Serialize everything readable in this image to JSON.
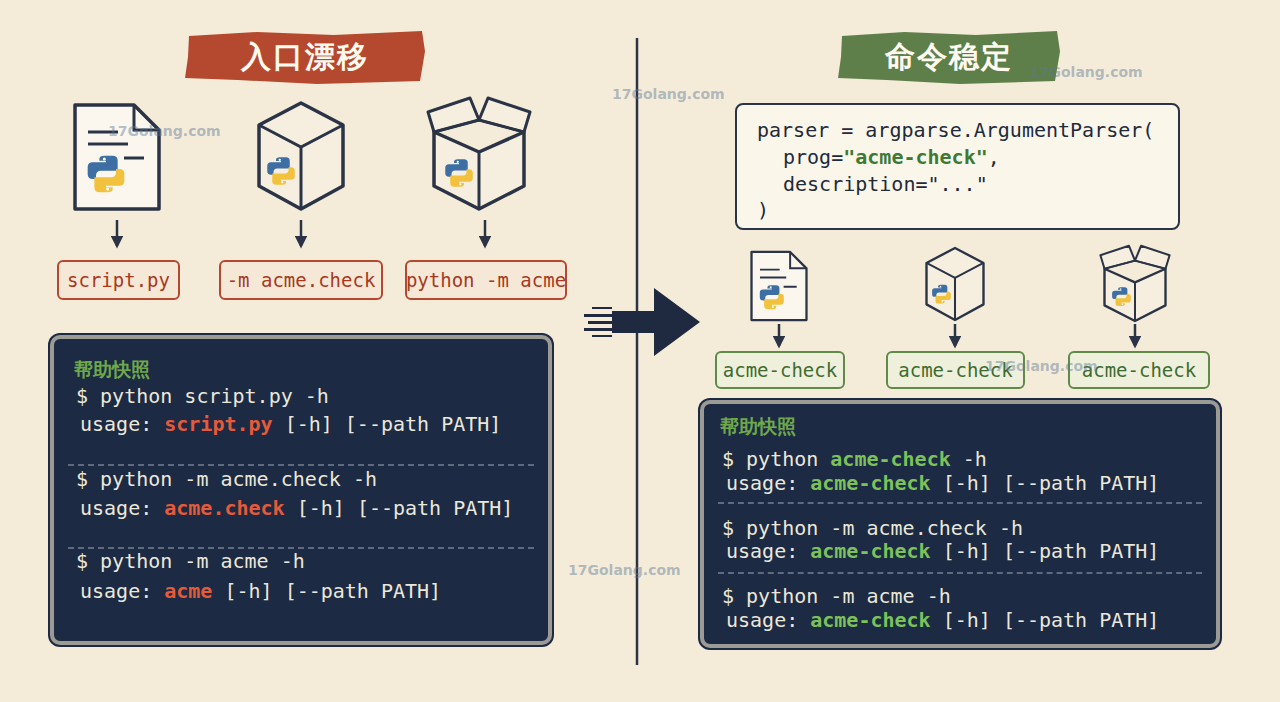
{
  "diagram": {
    "nodes": [
      {
        "text": [
          "入口漂移"
        ]
      },
      {
        "text": [
          "script.py"
        ]
      },
      {
        "text": [
          "-m acme.check"
        ]
      },
      {
        "text": [
          "python -m acme"
        ]
      },
      {
        "text": [
          "帮助快照",
          "$ python script.py -h",
          "usage:",
          "script.py",
          "[-h] [--path PATH]",
          "$ python -m acme.check -h",
          "usage:",
          "acme.check",
          "[-h] [--path PATH]",
          "$ python -m acme -h",
          "usage:",
          "acme",
          "[-h] [--path PATH]"
        ]
      },
      {
        "text": [
          "命令稳定"
        ]
      },
      {
        "text": [
          "parser = argparse.ArgumentParser(",
          "prog=",
          "\"acme-check\"",
          ",",
          "description=\"...\"",
          ")"
        ]
      },
      {
        "text": [
          "acme-check"
        ]
      },
      {
        "text": [
          "acme-check"
        ]
      },
      {
        "text": [
          "acme-check"
        ]
      },
      {
        "text": [
          "帮助快照",
          "$ python",
          "acme-check",
          "-h",
          "usage:",
          "acme-check",
          "[-h] [--path PATH]",
          "$ python -m acme.check -h",
          "usage:",
          "acme-check",
          "[-h] [--path PATH]",
          "$ python -m acme -h",
          "usage:",
          "acme-check",
          "[-h] [--path PATH]"
        ]
      }
    ],
    "labels": [
      "17Golang.com",
      "17Golang.com",
      "17Golang.com",
      "17Golang.com",
      "17Golang.com"
    ]
  }
}
